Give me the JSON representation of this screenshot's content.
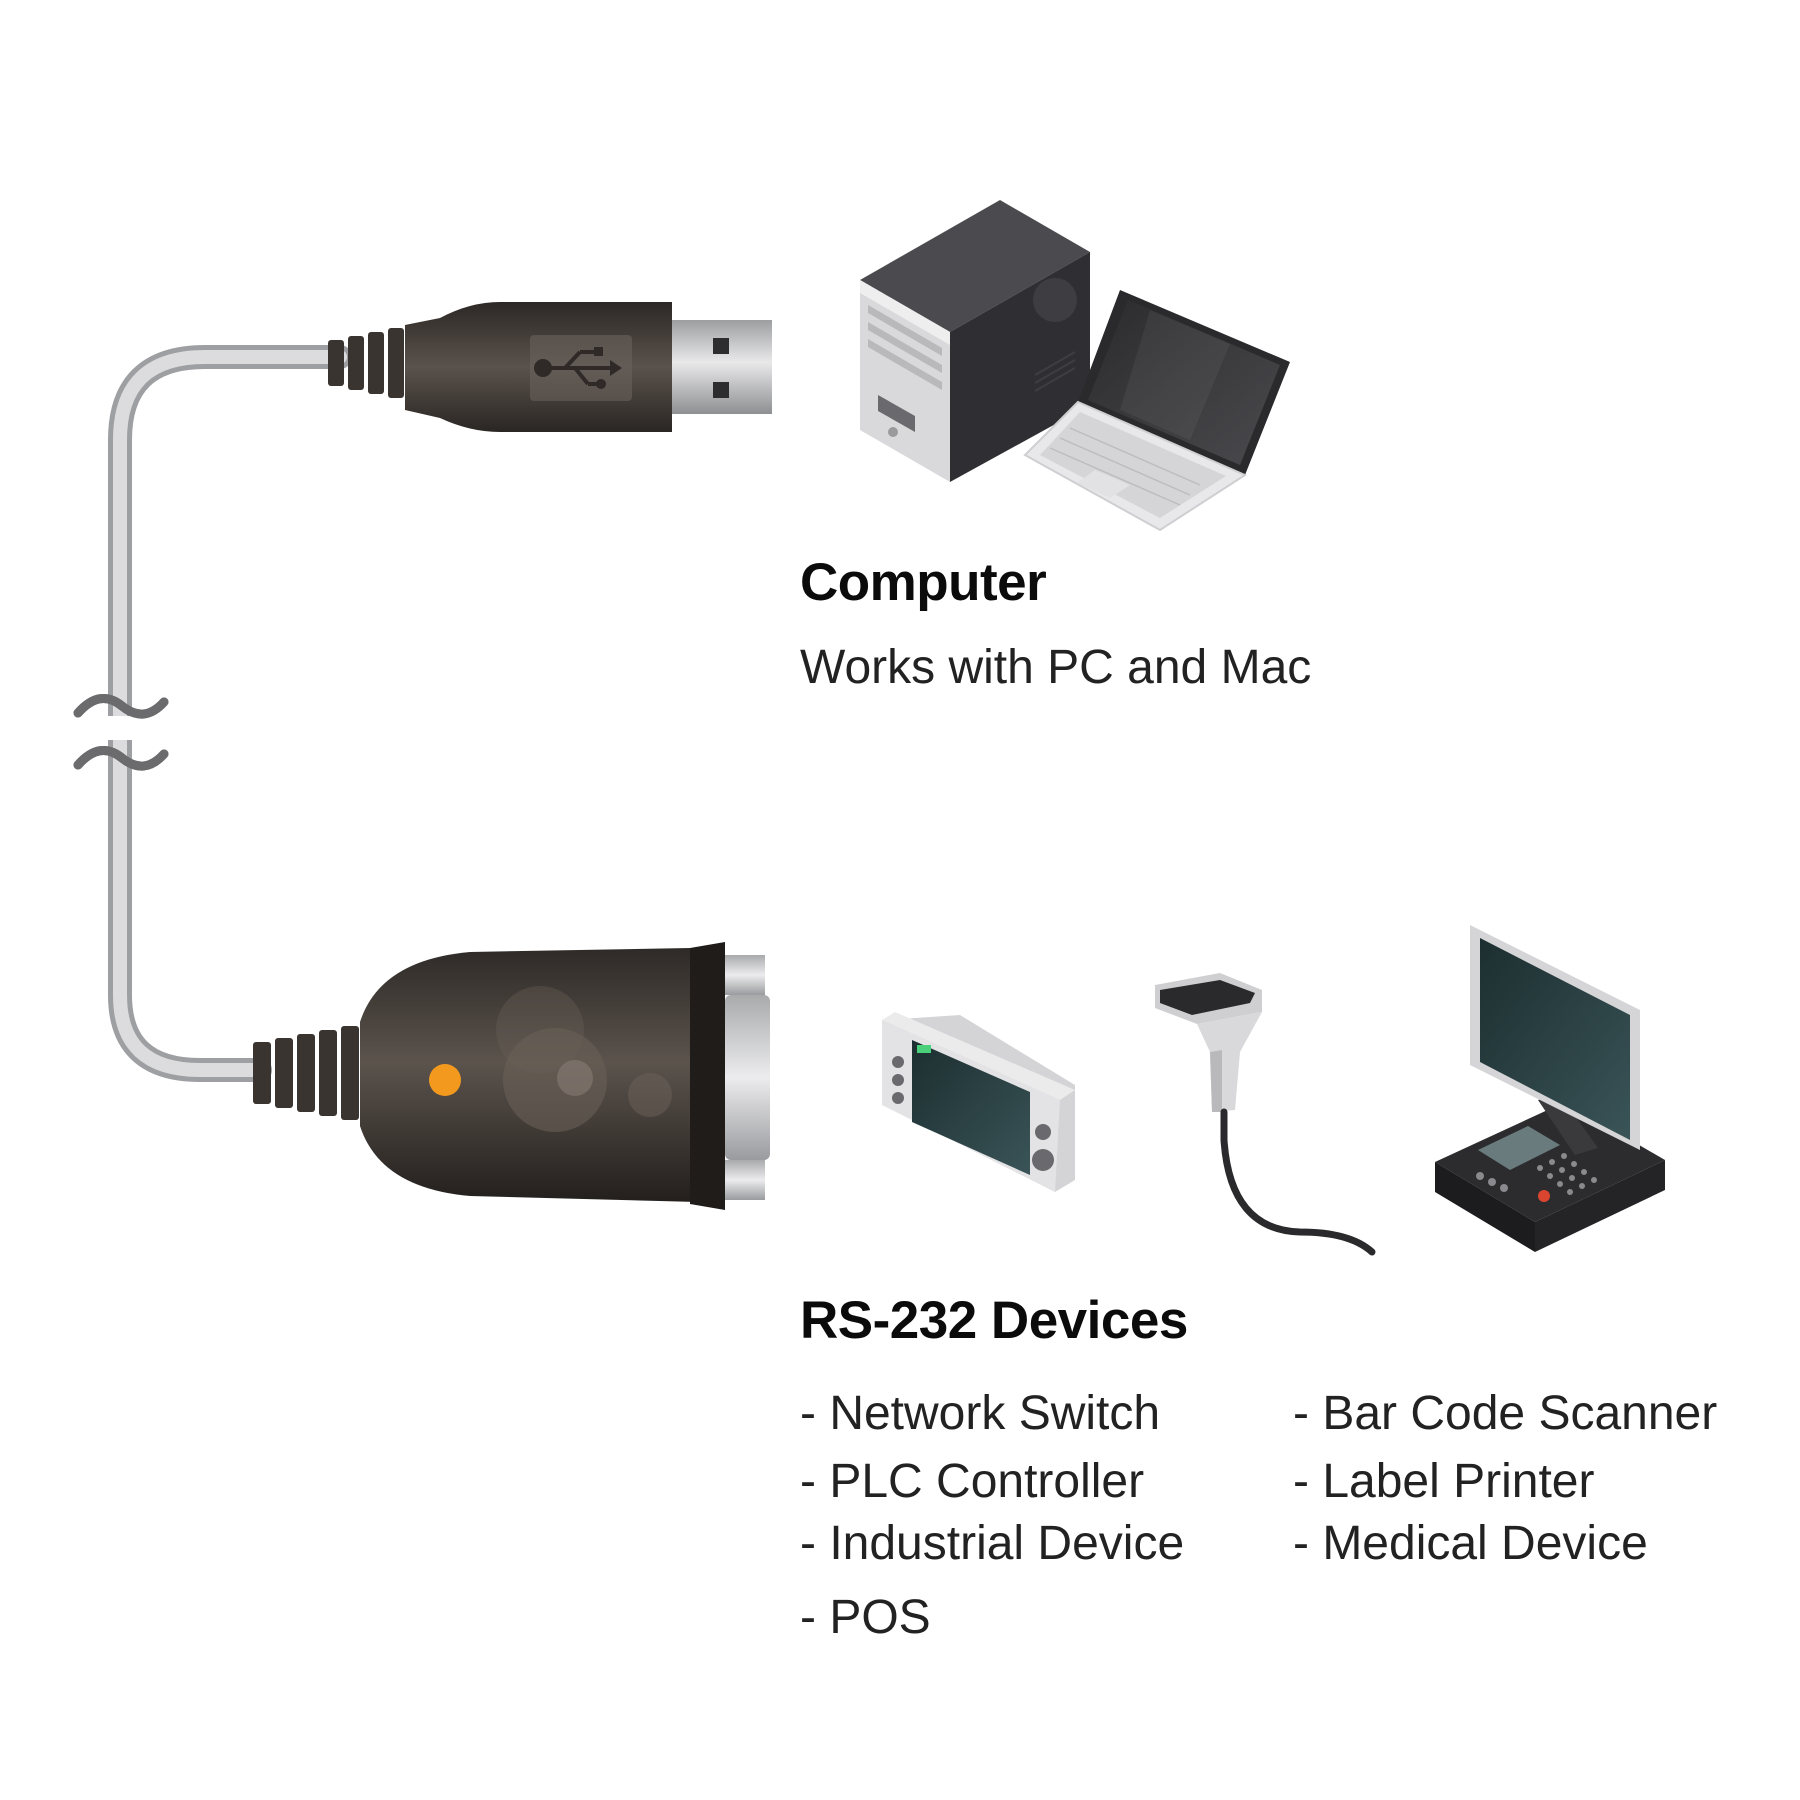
{
  "computer": {
    "heading": "Computer",
    "subtitle": "Works with PC and Mac"
  },
  "devices": {
    "heading": "RS-232 Devices",
    "left_items": [
      "- Network Switch",
      "- PLC Controller",
      "- Industrial Device",
      "- POS"
    ],
    "right_items": [
      "- Bar Code Scanner",
      "- Label Printer",
      "- Medical Device"
    ]
  },
  "colors": {
    "cable": "#c9c9cc",
    "connector_body": "#3d3733",
    "led_indicator": "#f39a1e",
    "usb_plug": "#b8b9bb"
  },
  "icons": [
    "usb-icon",
    "break-symbol"
  ]
}
